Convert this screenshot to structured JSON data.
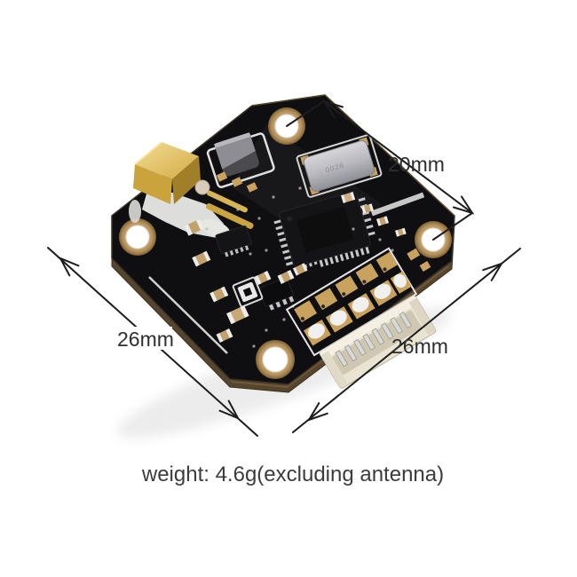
{
  "photo": {
    "alt": "FPV video transmitter PCB product photo with dimension annotations"
  },
  "dimensions": {
    "top_right": "20mm",
    "left": "26mm",
    "bottom_right": "26mm"
  },
  "caption": "weight: 4.6g(excluding antenna)",
  "board": {
    "crystal_marking": "0026"
  },
  "colors": {
    "background": "#ffffff",
    "pcb": "#0f0f11",
    "pcb_edge": "#57462e",
    "gold": "#c9a25e",
    "annotation_line": "#1c1c1c",
    "connector_plastic": "#e9e3d2"
  }
}
